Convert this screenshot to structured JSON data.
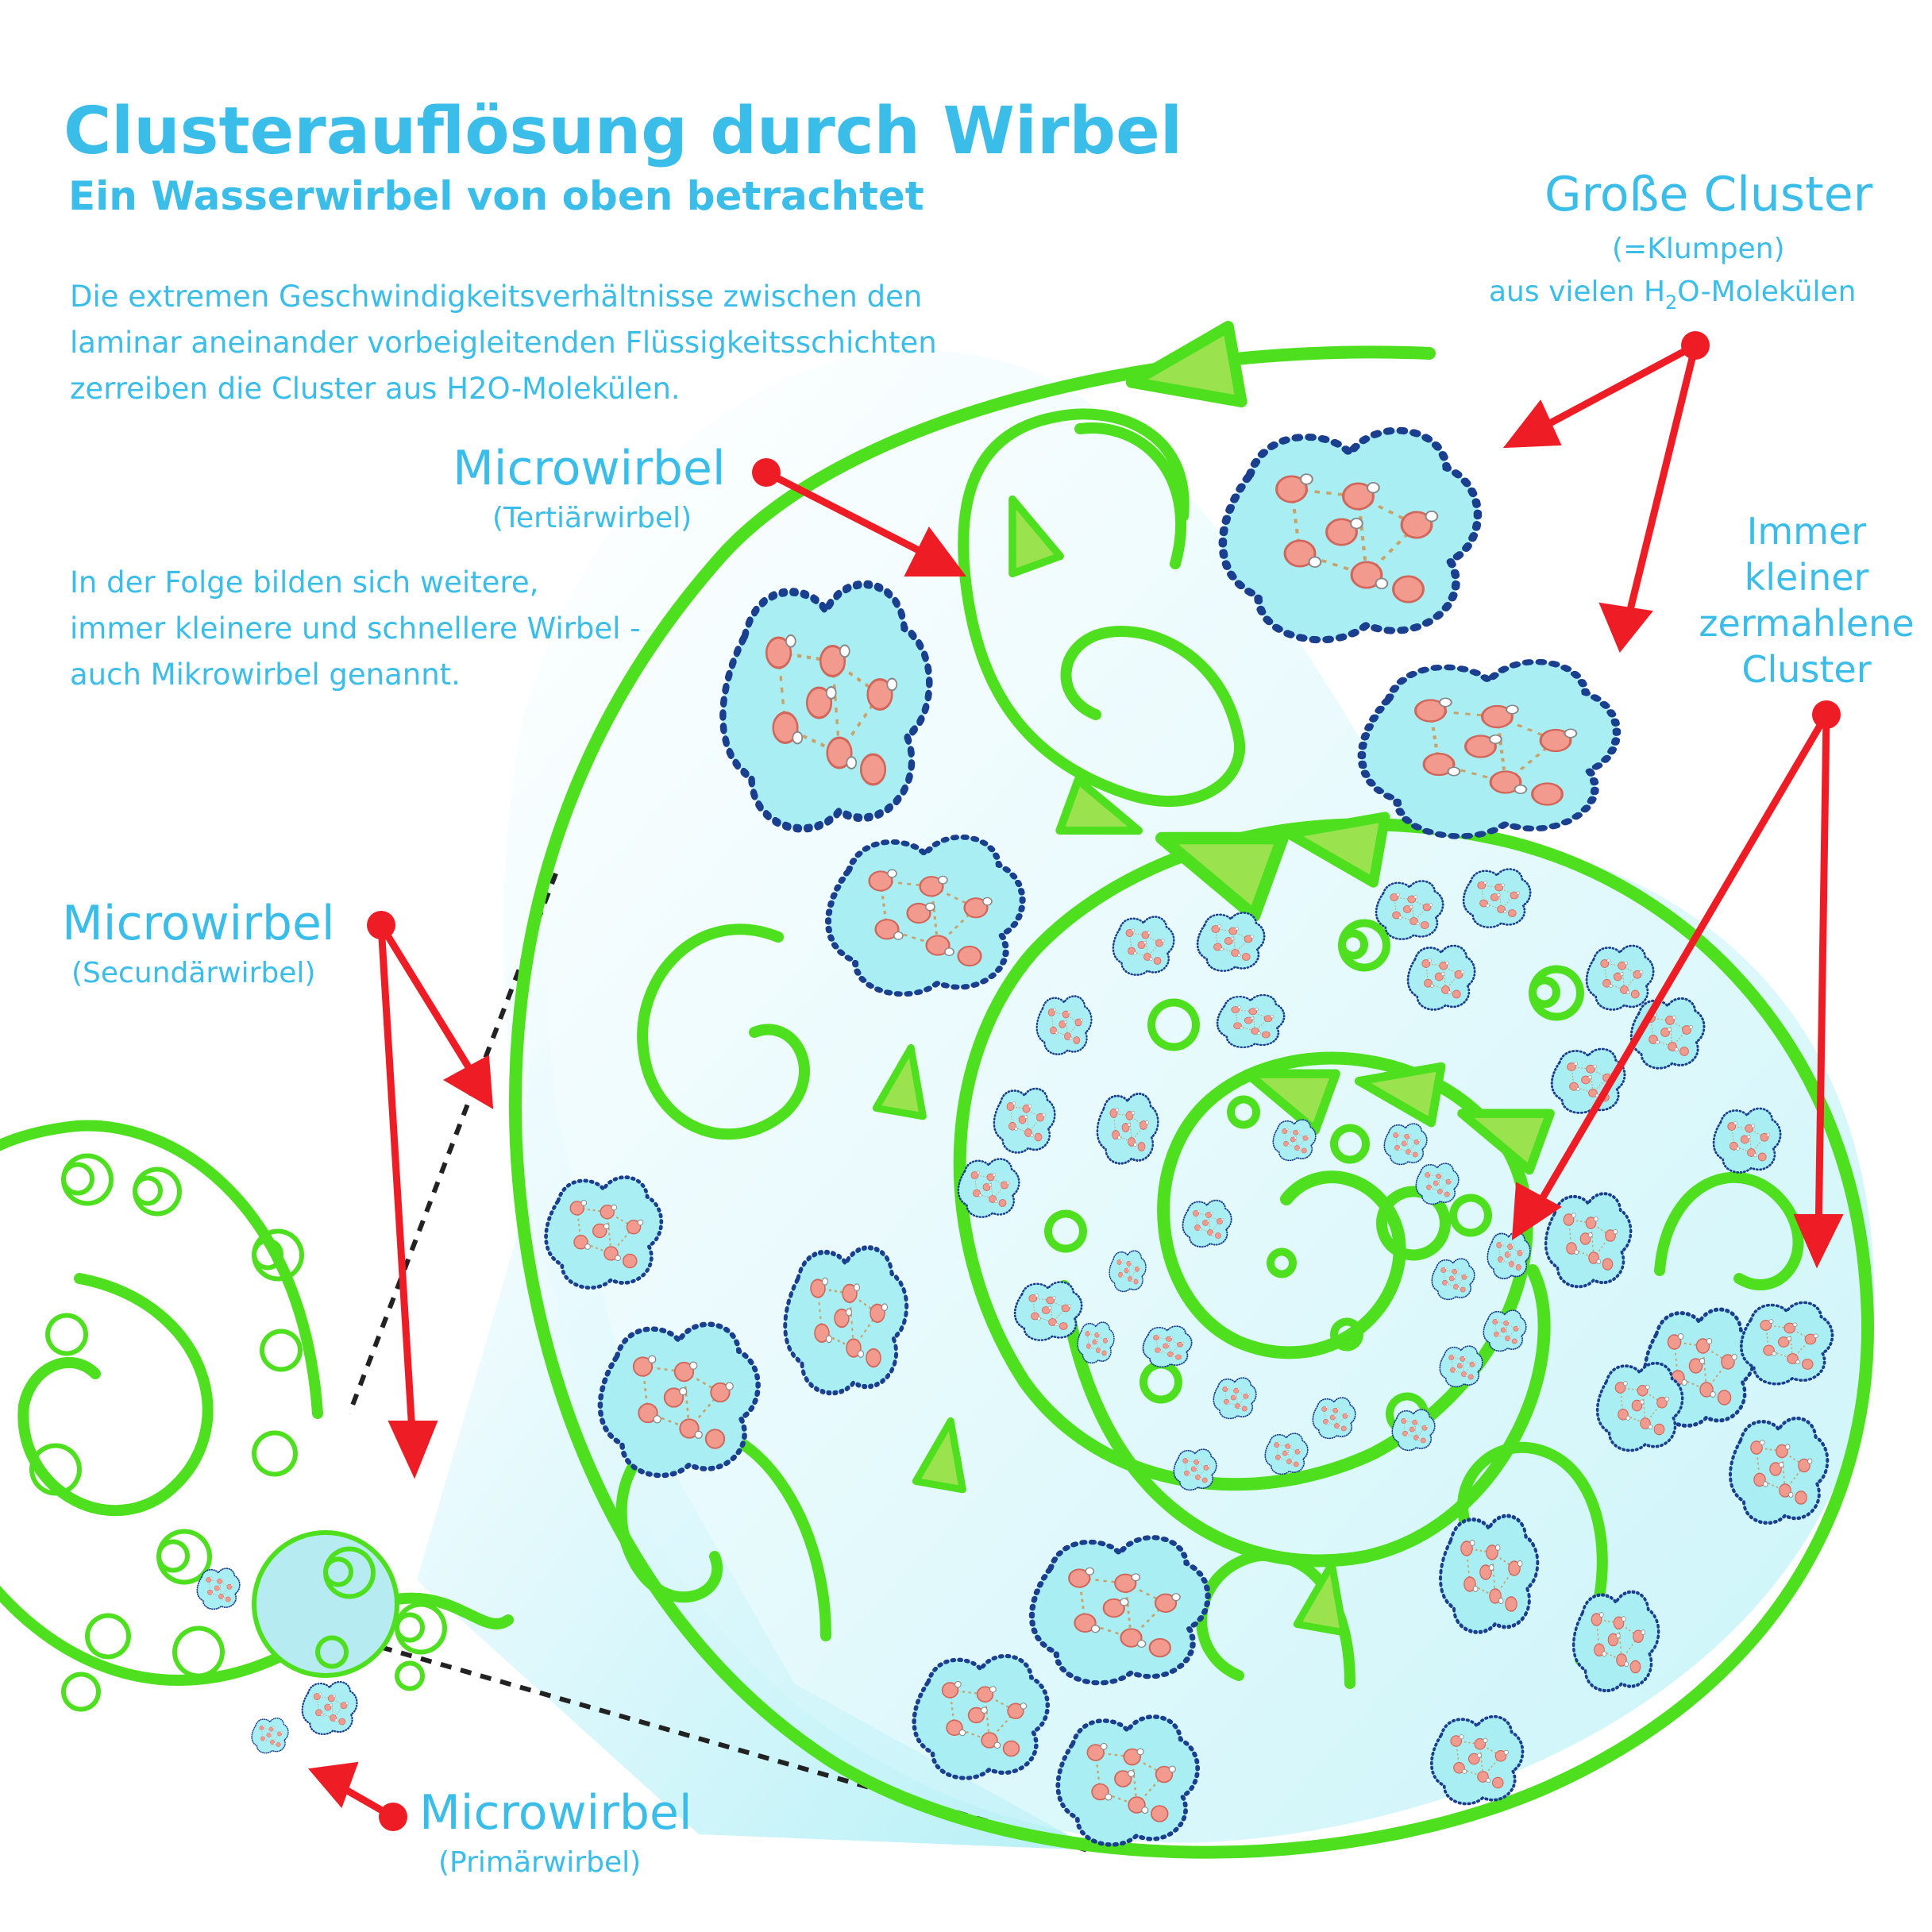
{
  "title": "Clusterauflösung durch Wirbel",
  "subtitle": "Ein Wasserwirbel von oben betrachtet",
  "intro_lines": [
    "Die extremen Geschwindigkeitsverhältnisse zwischen den",
    "laminar aneinander vorbeigleitenden Flüssigkeitsschichten",
    "zerreiben die Cluster aus H2O-Molekülen."
  ],
  "followup_lines": [
    "In der Folge bilden sich weitere,",
    "immer kleinere und schnellere Wirbel -",
    "auch Mikrowirbel genannt."
  ],
  "labels": {
    "tertiary": {
      "name": "Microwirbel",
      "detail": "(Tertiärwirbel)"
    },
    "secondary": {
      "name": "Microwirbel",
      "detail": "(Secundärwirbel)"
    },
    "primary": {
      "name": "Microwirbel",
      "detail": "(Primärwirbel)"
    },
    "large_clusters": {
      "name": "Große Cluster",
      "line1": "(=Klumpen)",
      "line2_pre": "aus vielen H",
      "line2_sub": "2",
      "line2_post": "O-Molekülen"
    },
    "small_clusters": {
      "lines": [
        "Immer",
        "kleiner",
        "zermahlene",
        "Cluster"
      ]
    }
  },
  "colors": {
    "text": "#3bbde9",
    "vortex_green": "#4ee01e",
    "arrowhead_fill": "#9be24f",
    "pointer_red": "#ee1c24",
    "cluster_fill": "#a8eef3",
    "cluster_outline": "#1b3f8f",
    "molecule": "#f39a8e"
  },
  "icons": [
    "cluster-icon",
    "vortex-spiral-icon",
    "flow-arrowhead-icon",
    "red-pointer-icon"
  ]
}
